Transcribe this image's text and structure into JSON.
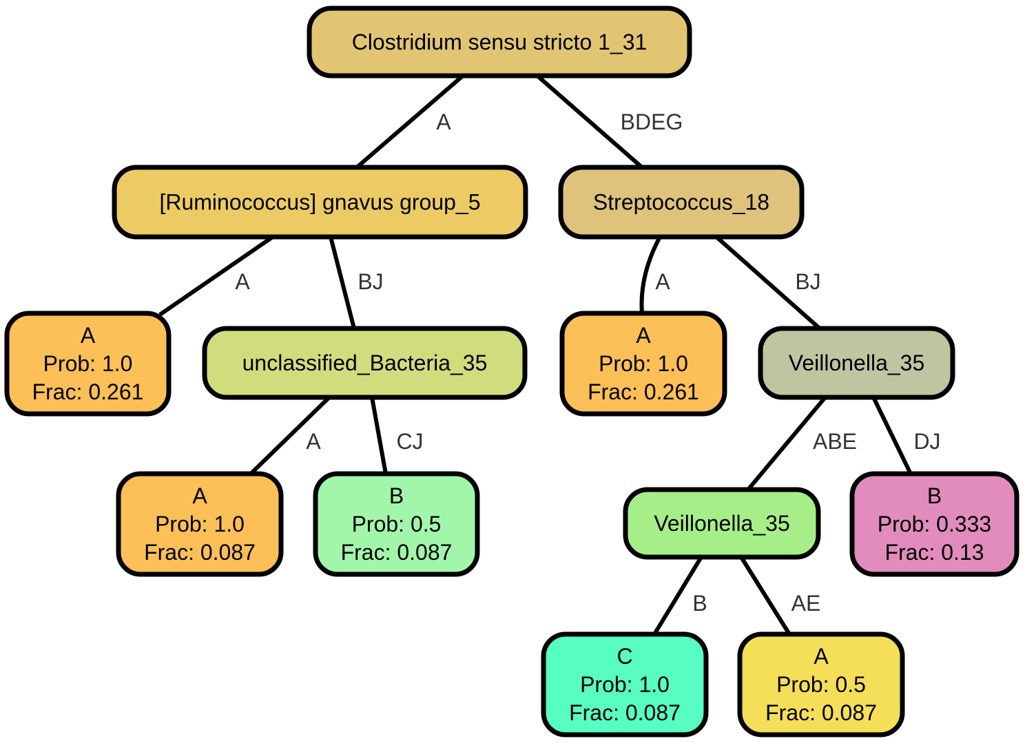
{
  "nodes": [
    {
      "id": "n0",
      "lines": [
        "Clostridium sensu stricto 1_31"
      ],
      "color": "#e1c573"
    },
    {
      "id": "n1",
      "lines": [
        "[Ruminococcus] gnavus group_5"
      ],
      "color": "#eccb64"
    },
    {
      "id": "n2",
      "lines": [
        "Streptococcus_18"
      ],
      "color": "#dfc37c"
    },
    {
      "id": "n3",
      "lines": [
        "A",
        "Prob: 1.0",
        "Frac: 0.261"
      ],
      "color": "#fdbf57"
    },
    {
      "id": "n4",
      "lines": [
        "unclassified_Bacteria_35"
      ],
      "color": "#d1dc7d"
    },
    {
      "id": "n5",
      "lines": [
        "A",
        "Prob: 1.0",
        "Frac: 0.261"
      ],
      "color": "#fdbf57"
    },
    {
      "id": "n6",
      "lines": [
        "Veillonella_35"
      ],
      "color": "#c0c4a0"
    },
    {
      "id": "n7",
      "lines": [
        "A",
        "Prob: 1.0",
        "Frac: 0.087"
      ],
      "color": "#fdbf57"
    },
    {
      "id": "n8",
      "lines": [
        "B",
        "Prob: 0.5",
        "Frac: 0.087"
      ],
      "color": "#a2f6a9"
    },
    {
      "id": "n9",
      "lines": [
        "Veillonella_35"
      ],
      "color": "#a6ef88"
    },
    {
      "id": "n10",
      "lines": [
        "B",
        "Prob: 0.333",
        "Frac: 0.13"
      ],
      "color": "#e18cbd"
    },
    {
      "id": "n11",
      "lines": [
        "C",
        "Prob: 1.0",
        "Frac: 0.087"
      ],
      "color": "#57fdc1"
    },
    {
      "id": "n12",
      "lines": [
        "A",
        "Prob: 0.5",
        "Frac: 0.087"
      ],
      "color": "#f5de58"
    }
  ],
  "edges": [
    {
      "from": "n0",
      "to": "n1",
      "label": "A"
    },
    {
      "from": "n0",
      "to": "n2",
      "label": "BDEG"
    },
    {
      "from": "n1",
      "to": "n3",
      "label": "A"
    },
    {
      "from": "n1",
      "to": "n4",
      "label": "BJ"
    },
    {
      "from": "n2",
      "to": "n5",
      "label": "A"
    },
    {
      "from": "n2",
      "to": "n6",
      "label": "BJ"
    },
    {
      "from": "n4",
      "to": "n7",
      "label": "A"
    },
    {
      "from": "n4",
      "to": "n8",
      "label": "CJ"
    },
    {
      "from": "n6",
      "to": "n9",
      "label": "ABE"
    },
    {
      "from": "n6",
      "to": "n10",
      "label": "DJ"
    },
    {
      "from": "n9",
      "to": "n11",
      "label": "B"
    },
    {
      "from": "n9",
      "to": "n12",
      "label": "AE"
    }
  ]
}
